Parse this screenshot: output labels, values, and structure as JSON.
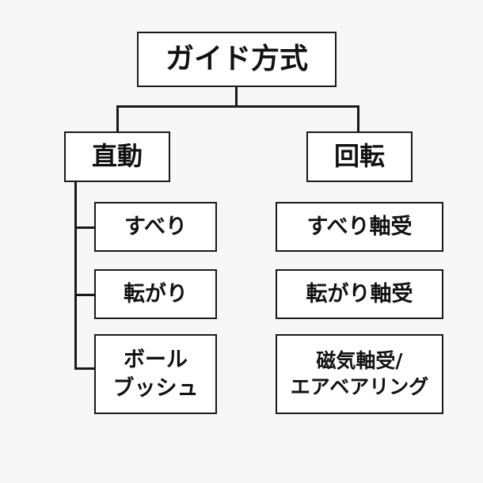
{
  "root": {
    "label": "ガイド方式"
  },
  "categories": [
    {
      "label": "直動",
      "items": [
        "すべり",
        "転がり",
        "ボール\nブッシュ"
      ]
    },
    {
      "label": "回転",
      "items": [
        "すべり軸受",
        "転がり軸受",
        "磁気軸受/\nエアベアリング"
      ]
    }
  ],
  "colors": {
    "line": "#1a1a1a",
    "box_fill": "#ffffff",
    "background": "#f7f7f7"
  }
}
